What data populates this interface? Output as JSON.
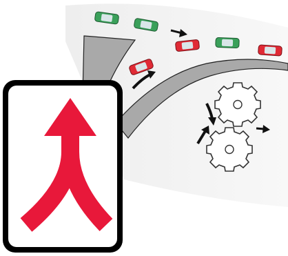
{
  "colors": {
    "background_shade": "#e6e6e6",
    "road_fill": "#a9a9a9",
    "road_edge": "#222222",
    "car_red": "#e02a35",
    "car_green": "#3aa05a",
    "car_window": "#d9e6e8",
    "arrow_dark": "#111111",
    "gear_stroke": "#333333",
    "sign_red": "#e8183a",
    "sign_border": "#000000",
    "sign_face": "#ffffff"
  },
  "cars": [
    {
      "id": "car-green-1",
      "color": "green"
    },
    {
      "id": "car-green-2",
      "color": "green"
    },
    {
      "id": "car-red-1",
      "color": "red"
    },
    {
      "id": "car-green-3",
      "color": "green"
    },
    {
      "id": "car-red-2",
      "color": "red"
    },
    {
      "id": "car-red-3",
      "color": "red"
    }
  ],
  "icons": {
    "sign": "merge-arrow-sign",
    "gears": "interlocking-gears-icon",
    "traffic": "zipper-merge-traffic-illustration"
  }
}
